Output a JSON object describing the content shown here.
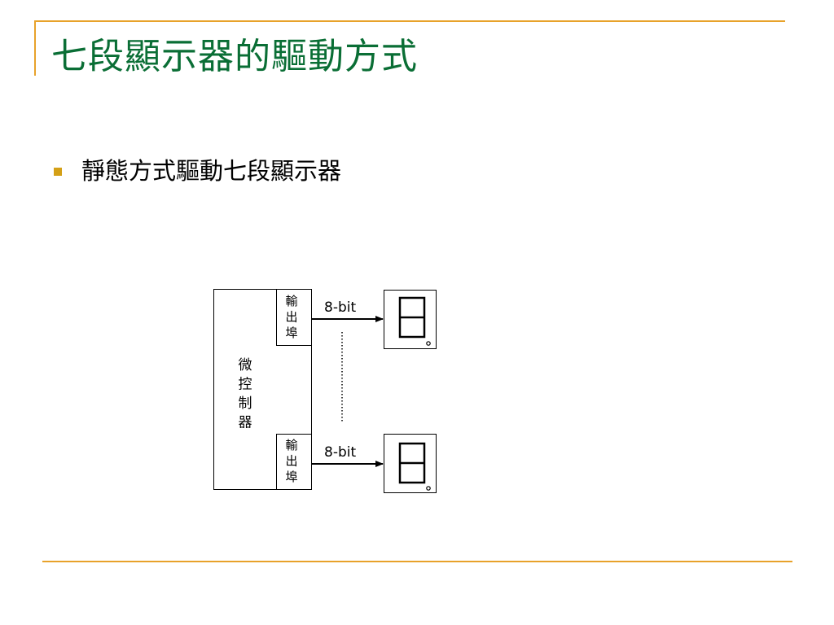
{
  "colors": {
    "title": "#0a6e35",
    "accent_line": "#e8a22a",
    "bullet": "#d4a017",
    "diagram_line": "#000000"
  },
  "slide": {
    "title": "七段顯示器的驅動方式",
    "bullets": [
      {
        "text": "靜態方式驅動七段顯示器"
      }
    ]
  },
  "diagram": {
    "controller_label": "微控制器",
    "ports": [
      {
        "label": "輸出埠",
        "signal": "8-bit",
        "display_icon": "seven-segment-display-icon"
      },
      {
        "label": "輸出埠",
        "signal": "8-bit",
        "display_icon": "seven-segment-display-icon"
      }
    ]
  }
}
